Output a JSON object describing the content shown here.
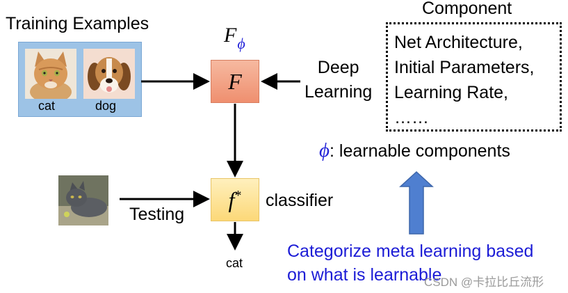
{
  "training": {
    "title": "Training Examples",
    "labels": [
      "cat",
      "dog"
    ]
  },
  "meta": {
    "f_symbol": "F",
    "f_subscript": "ϕ"
  },
  "boxes": {
    "learner": "F",
    "classifier_symbol": "f",
    "classifier_star": "*"
  },
  "deep_learning": [
    "Deep",
    "Learning"
  ],
  "component": {
    "title": "Component",
    "items": [
      "Net Architecture,",
      "Initial Parameters,",
      "Learning Rate,",
      "……"
    ]
  },
  "learnable": {
    "symbol": "ϕ",
    "text": ": learnable components"
  },
  "classifier_label": "classifier",
  "testing_label": "Testing",
  "output_label": "cat",
  "categorize": [
    "Categorize meta learning based",
    "on what is learnable"
  ],
  "watermark": "CSDN @卡拉比丘流形",
  "colors": {
    "accent_blue": "#2323d8",
    "panel_blue": "#9dc3e6",
    "big_arrow": "#4f7fd0",
    "learner_box": "#ef8f6f",
    "classifier_box": "#fcd878"
  }
}
